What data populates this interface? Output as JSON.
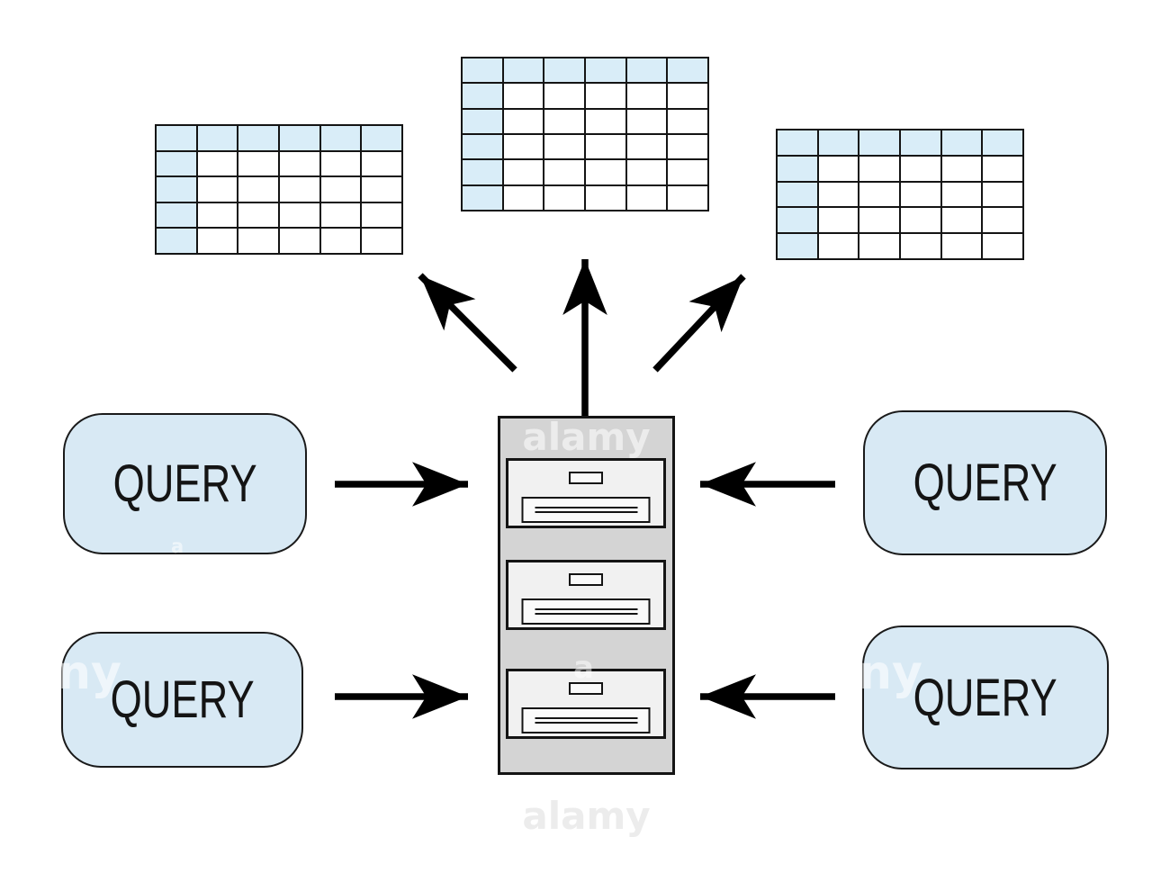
{
  "colors": {
    "background": "#ffffff",
    "table_header_blue": "#d9edf8",
    "box_blue": "#d8e9f4",
    "cabinet_gray": "#d4d4d4",
    "drawer_face": "#f1f1f1",
    "line_black": "#141414",
    "arrow_black": "#000000",
    "watermark_gray": "#ececec"
  },
  "tables": [
    {
      "id": "top-left",
      "rows": 5,
      "cols": 6,
      "header_row": true,
      "header_col": true
    },
    {
      "id": "top-center",
      "rows": 6,
      "cols": 6,
      "header_row": true,
      "header_col": true
    },
    {
      "id": "top-right",
      "rows": 5,
      "cols": 6,
      "header_row": true,
      "header_col": true
    }
  ],
  "cabinet": {
    "type": "filing-cabinet",
    "drawer_count": 3
  },
  "query_boxes": [
    {
      "label": "QUERY",
      "position": "top-left"
    },
    {
      "label": "QUERY",
      "position": "bottom-left"
    },
    {
      "label": "QUERY",
      "position": "top-right"
    },
    {
      "label": "QUERY",
      "position": "bottom-right"
    }
  ],
  "arrows": [
    {
      "from": "query-top-left",
      "to": "cabinet",
      "direction": "right"
    },
    {
      "from": "query-bottom-left",
      "to": "cabinet",
      "direction": "right"
    },
    {
      "from": "query-top-right",
      "to": "cabinet",
      "direction": "left"
    },
    {
      "from": "query-bottom-right",
      "to": "cabinet",
      "direction": "left"
    },
    {
      "from": "cabinet",
      "to": "table-top-left",
      "direction": "up-left"
    },
    {
      "from": "cabinet",
      "to": "table-top-center",
      "direction": "up"
    },
    {
      "from": "cabinet",
      "to": "table-top-right",
      "direction": "up-right"
    }
  ],
  "watermarks": {
    "brand": "alamy",
    "items": [
      {
        "text": "alamy",
        "location": "cabinet-top"
      },
      {
        "text": "a",
        "location": "cabinet-middle"
      },
      {
        "text": "a",
        "location": "query-top-left-bottom"
      },
      {
        "text": "ny",
        "location": "query-bottom-left-edge"
      },
      {
        "text": "ny",
        "location": "query-bottom-right-edge"
      },
      {
        "text": "alamy",
        "location": "bottom-center"
      }
    ]
  }
}
